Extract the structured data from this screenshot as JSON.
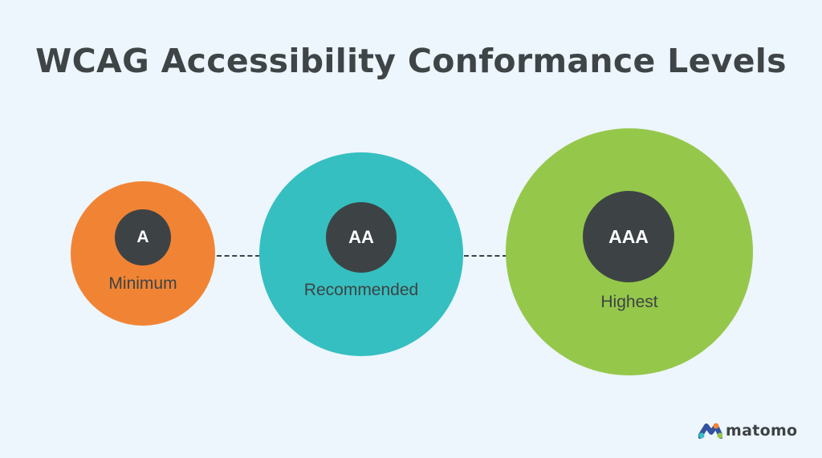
{
  "title": "WCAG Accessibility Conformance Levels",
  "levels": [
    {
      "code": "A",
      "label": "Minimum",
      "color": "#f18434"
    },
    {
      "code": "AA",
      "label": "Recommended",
      "color": "#35bfc0"
    },
    {
      "code": "AAA",
      "label": "Highest",
      "color": "#95c84a"
    }
  ],
  "logo": {
    "text": "matomo",
    "icon": "matomo-logo-icon"
  }
}
